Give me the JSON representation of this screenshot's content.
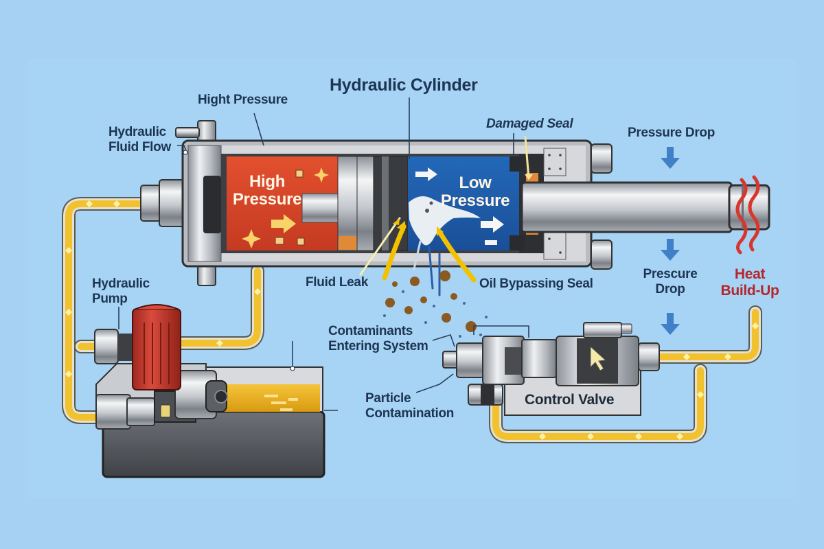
{
  "diagram": {
    "title": "Hydraulic Cylinder",
    "background_color": "#a6d1f3",
    "colors": {
      "high_pressure_chamber": "#d8432a",
      "low_pressure_chamber": "#1f5fae",
      "hydraulic_fluid_line": "#f2c12e",
      "label_text": "#1d3553",
      "heat_text": "#b3262c",
      "pressure_arrow": "#3f80c8",
      "pump_motor": "#c7342a",
      "contaminant_particles": "#8a5a22"
    },
    "labels": {
      "hydraulic_fluid_flow": "Hydraulic\nFluid Flow",
      "hight_pressure": "Hight Pressure",
      "hydraulic_cylinder": "Hydraulic Cylinder",
      "damaged_seal": "Damaged Seal",
      "pressure_drop_top": "Pressure Drop",
      "high_pressure_chamber": "High\nPressure",
      "low_pressure_chamber": "Low\nPressure",
      "fluid_leak": "Fluid Leak",
      "oil_bypassing_seal": "Oil Bypassing Seal",
      "prescure_drop": "Prescure\nDrop",
      "heat_build_up": "Heat\nBuild-Up",
      "hydraulic_pump": "Hydraulic\nPump",
      "contaminants_entering_system": "Contaminants\nEntering System",
      "particle_contamination": "Particle\nContamination",
      "control_valve": "Control Valve"
    },
    "icons": {
      "pressure_drop_arrow": "down-arrow-icon",
      "flow_arrow": "right-arrow-icon",
      "heat_waves": "heat-wave-icon",
      "sparkle": "sparkle-icon",
      "valve_cursor": "cursor-arrow-icon"
    }
  }
}
